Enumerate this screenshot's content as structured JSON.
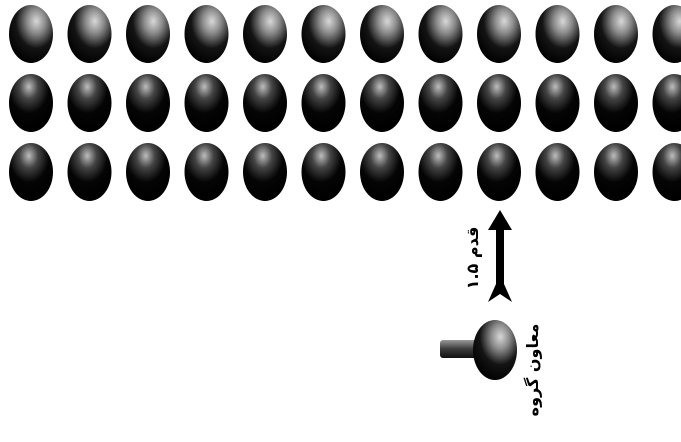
{
  "diagram": {
    "rows": 3,
    "columns": 12,
    "arrow_label": "۱.۵ قدم",
    "leader_label": "معاون گروه",
    "colors": {
      "figure_dark": "#000000",
      "figure_highlight": "#cfcfcf",
      "background": "#ffffff"
    }
  }
}
